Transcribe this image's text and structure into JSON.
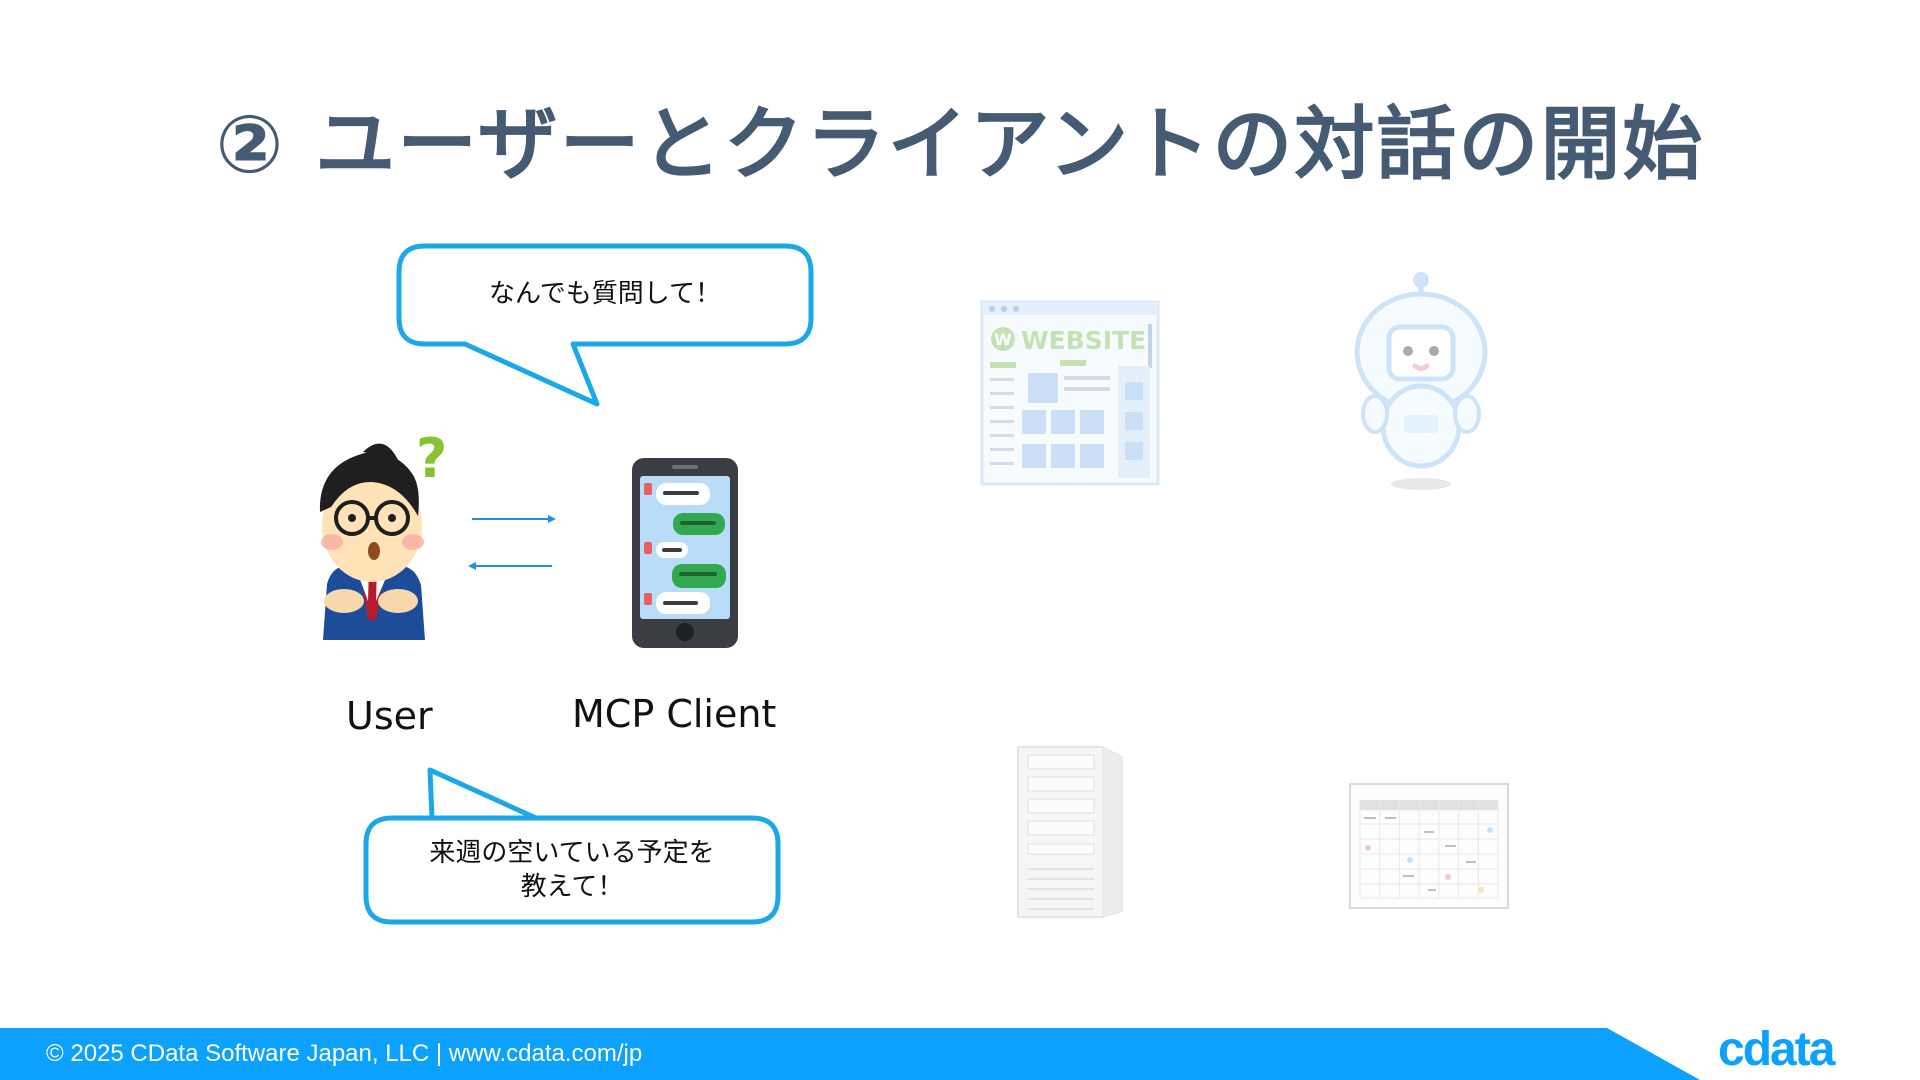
{
  "slide": {
    "title": "② ユーザーとクライアントの対話の開始"
  },
  "bubbles": {
    "top": {
      "text": "なんでも質問して！"
    },
    "bottom": {
      "line1": "来週の空いている予定を",
      "line2": "教えて！"
    }
  },
  "actors": {
    "user": {
      "label": "User",
      "question_mark": "?"
    },
    "client": {
      "label": "MCP Client"
    }
  },
  "faded_items": {
    "website": {
      "logo_letter": "W",
      "title": "WEBSITE"
    },
    "robot": {
      "icon": "robot-icon"
    },
    "server": {
      "icon": "server-icon"
    },
    "calendar": {
      "icon": "calendar-icon"
    }
  },
  "footer": {
    "copyright": "© 2025 CData Software Japan, LLC |  www.cdata.com/jp",
    "logo_text": "cdata",
    "bar_color": "#0ca1ff"
  },
  "colors": {
    "title": "#455a73",
    "bubble_border": "#1ba8e8",
    "arrow": "#1f8fd8",
    "footer": "#0ca1ff",
    "user_suit": "#1d4d99",
    "question_mark": "#87c232",
    "chat_green": "#32a850",
    "phone_body": "#3a3d42",
    "phone_screen": "#b9dcf9"
  }
}
